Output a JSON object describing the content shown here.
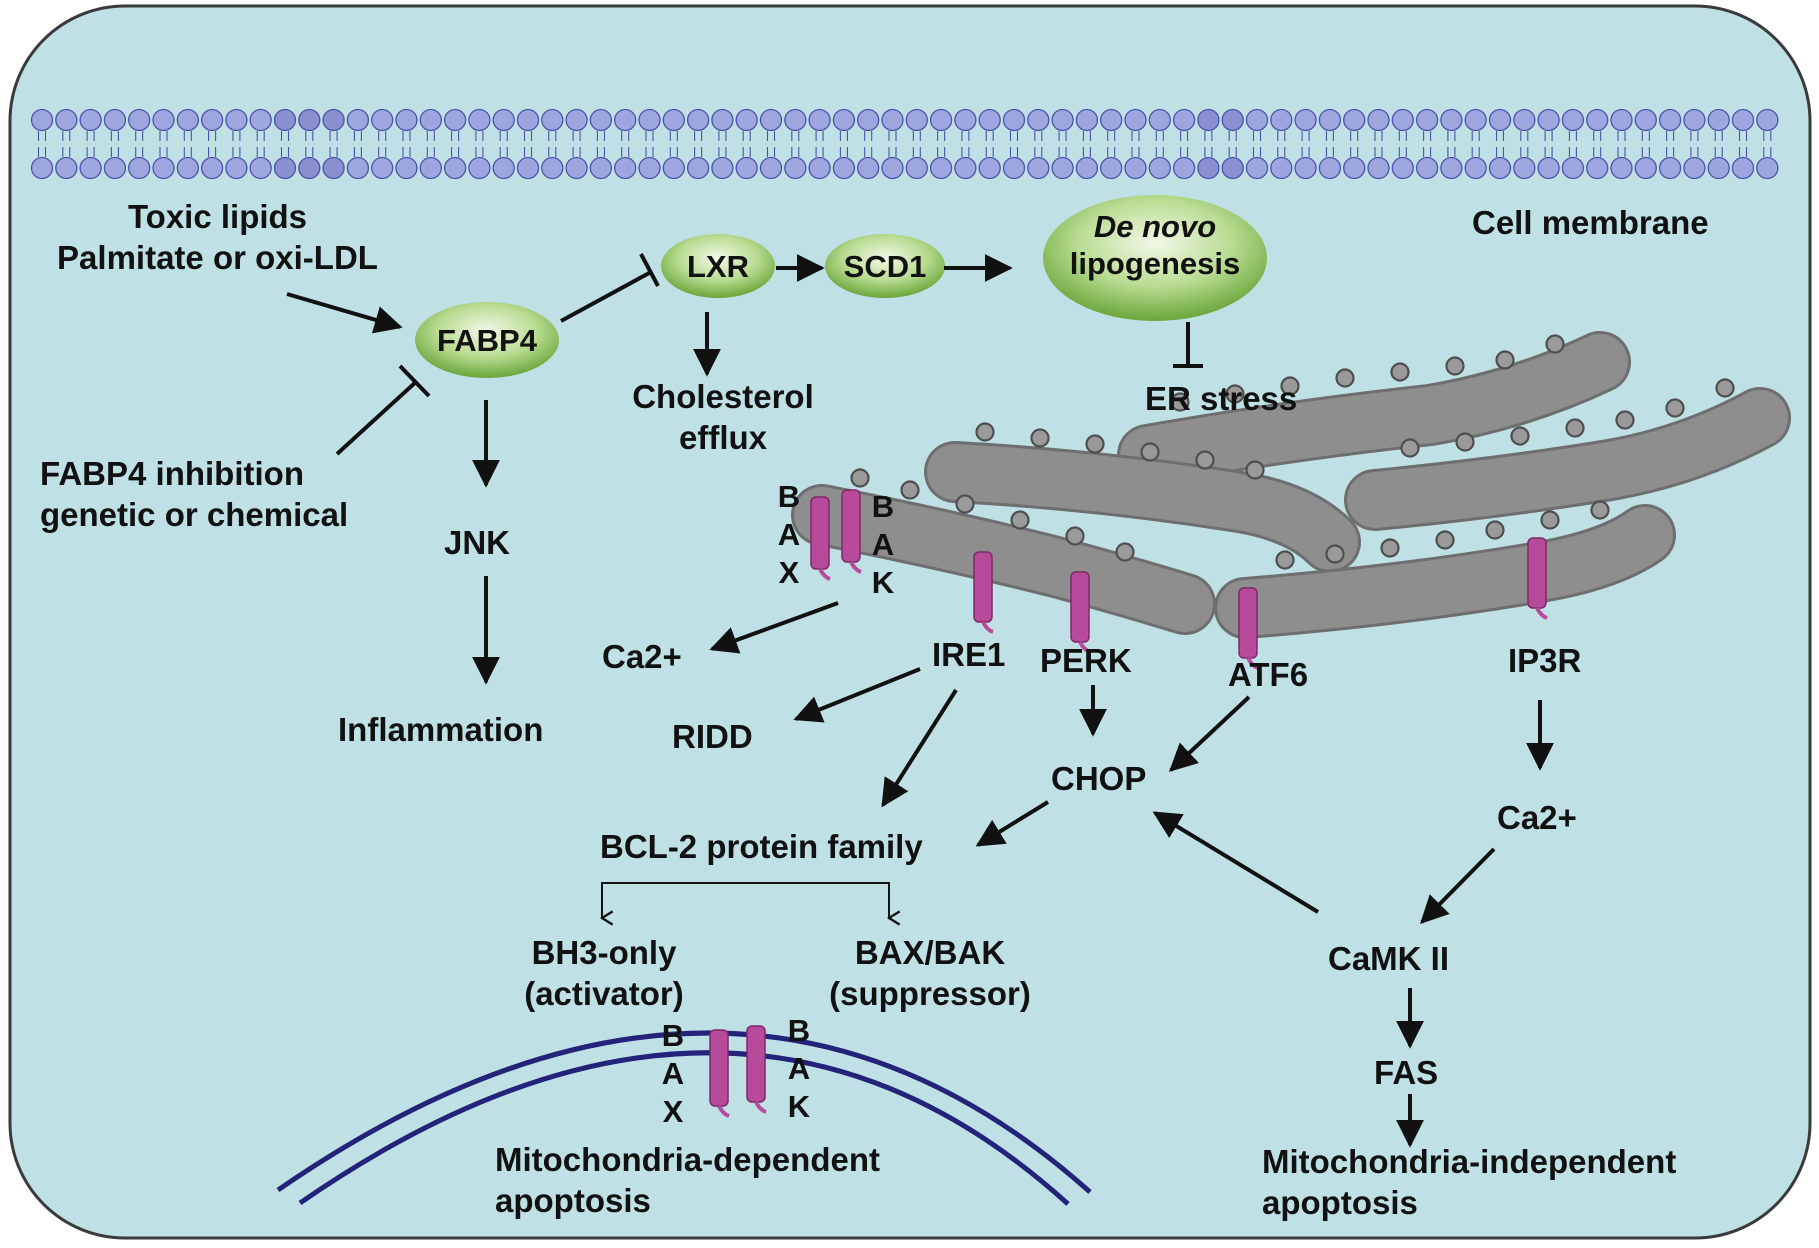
{
  "colors": {
    "cell_fill": "#bfe1e6",
    "cell_border": "#3a3a3a",
    "lipid_head": "#9ea6e0",
    "lipid_head_stroke": "#4a52a8",
    "node_green_dark": "#6aa63a",
    "node_green_light": "#f2f8e8",
    "er_gray": "#8e8e8e",
    "receptor_magenta": "#b84a9c",
    "mito_line": "#23237a",
    "arrow": "#111111"
  },
  "membrane": {
    "label": "Cell membrane"
  },
  "inputs": {
    "toxic_lipids_line1": "Toxic lipids",
    "toxic_lipids_line2": "Palmitate or oxi-LDL",
    "inhibition_line1": "FABP4 inhibition",
    "inhibition_line2": "genetic or chemical"
  },
  "nodes": {
    "fabp4": "FABP4",
    "lxr": "LXR",
    "scd1": "SCD1",
    "lipogenesis_line1": "De novo",
    "lipogenesis_line2": "lipogenesis"
  },
  "labels": {
    "jnk": "JNK",
    "inflammation": "Inflammation",
    "cholesterol_line1": "Cholesterol",
    "cholesterol_line2": "efflux",
    "er_stress": "ER stress",
    "ca_left": "Ca2+",
    "ire1": "IRE1",
    "perk": "PERK",
    "atf6": "ATF6",
    "ip3r": "IP3R",
    "ridd": "RIDD",
    "chop": "CHOP",
    "ca_right": "Ca2+",
    "bcl2": "BCL-2 protein family",
    "bh3_line1": "BH3-only",
    "bh3_line2": "(activator)",
    "baxbak_line1": "BAX/BAK",
    "baxbak_line2": "(suppressor)",
    "camk": "CaMK II",
    "fas": "FAS",
    "mito_dep_line1": "Mitochondria-dependent",
    "mito_dep_line2": "apoptosis",
    "mito_indep_line1": "Mitochondria-independent",
    "mito_indep_line2": "apoptosis"
  },
  "channel_letters": {
    "bax": [
      "B",
      "A",
      "X"
    ],
    "bak": [
      "B",
      "A",
      "K"
    ]
  }
}
